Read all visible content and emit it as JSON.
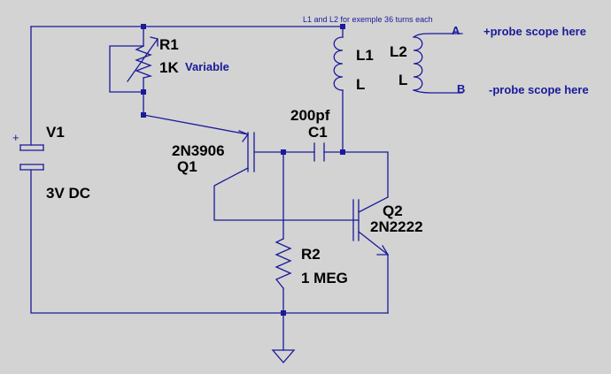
{
  "labels": {
    "r1_name": "R1",
    "r1_value": "1K",
    "r1_note": "Variable",
    "coil_note": "L1 and L2 for exemple 36 turns each",
    "l1_name": "L1",
    "l1_sub": "L",
    "l2_name": "L2",
    "l2_sub": "L",
    "term_a": "A",
    "term_b": "B",
    "probe_plus": "+probe scope here",
    "probe_minus": "-probe scope here",
    "c1_value": "200pf",
    "c1_name": "C1",
    "v1_name": "V1",
    "v1_plus": "+",
    "v1_value": "3V DC",
    "q1_model": "2N3906",
    "q1_name": "Q1",
    "q2_name": "Q2",
    "q2_model": "2N2222",
    "r2_name": "R2",
    "r2_value": "1 MEG"
  },
  "colors": {
    "background": "#d3d3d3",
    "wire": "#1a1a9a",
    "label": "#000000",
    "note": "#1a1a9a"
  }
}
